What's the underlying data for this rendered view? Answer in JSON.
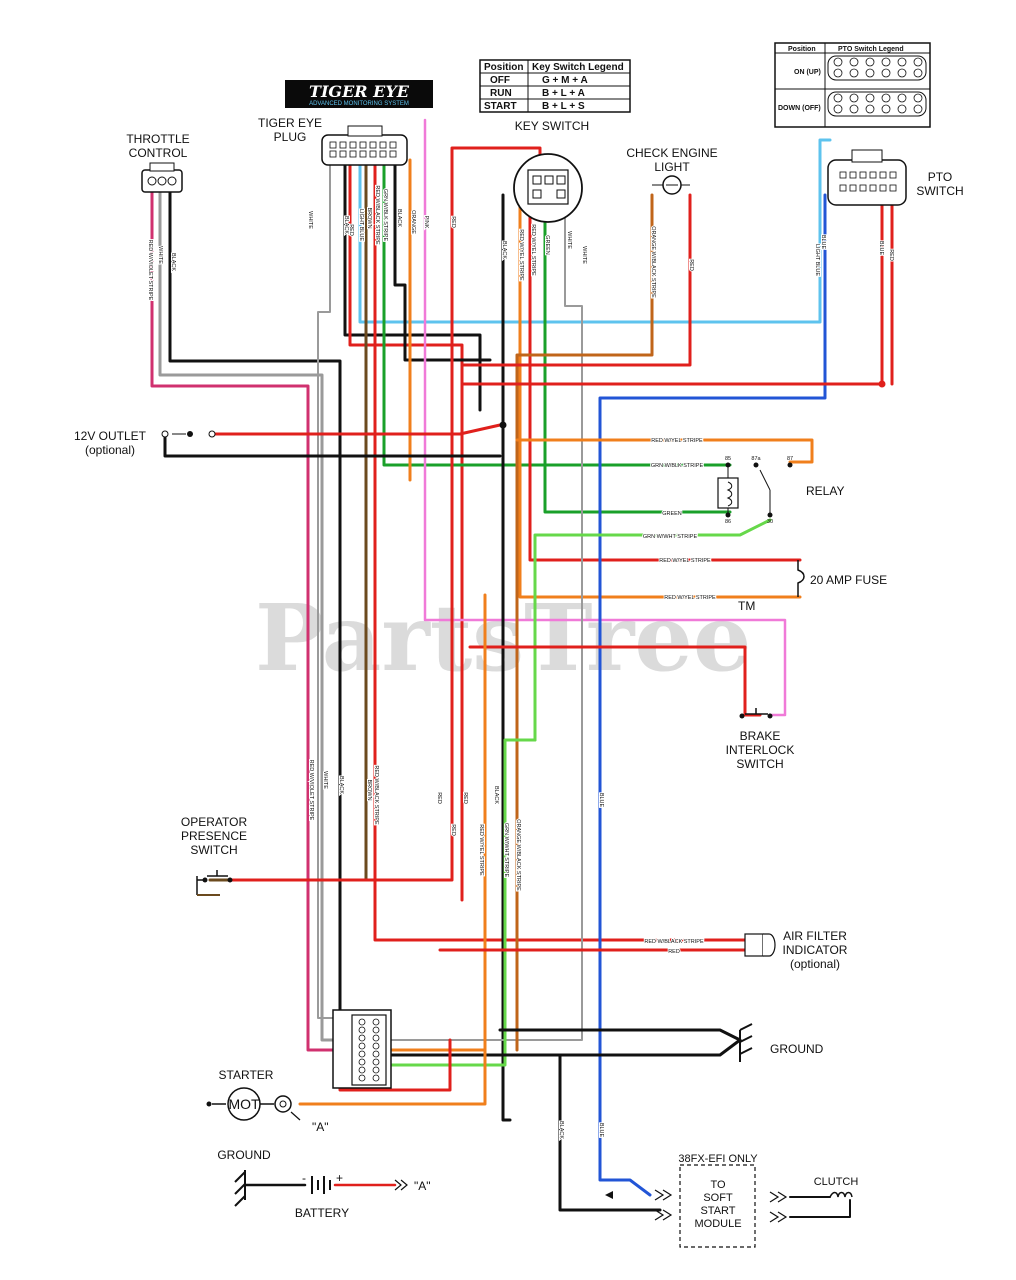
{
  "legend_key": {
    "headers": [
      "Position",
      "Key Switch Legend"
    ],
    "rows": [
      [
        "OFF",
        "G + M + A"
      ],
      [
        "RUN",
        "B + L + A"
      ],
      [
        "START",
        "B + L + S"
      ]
    ],
    "caption": "KEY SWITCH"
  },
  "legend_pto": {
    "headers": [
      "Position",
      "PTO Switch Legend"
    ],
    "rows": [
      "ON (UP)",
      "DOWN (OFF)"
    ]
  },
  "logo": {
    "line1": "TIGER EYE",
    "line2": "ADVANCED MONITORING SYSTEM"
  },
  "components": {
    "tiger_eye_plug": "TIGER EYE\nPLUG",
    "throttle": "THROTTLE\nCONTROL",
    "check_engine": "CHECK ENGINE\nLIGHT",
    "pto_switch": "PTO\nSWITCH",
    "outlet": "12V OUTLET\n(optional)",
    "relay": "RELAY",
    "fuse": "20 AMP FUSE",
    "brake": "BRAKE\nINTERLOCK\nSWITCH",
    "operator": "OPERATOR\nPRESENCE\nSWITCH",
    "air_filter": "AIR FILTER\nINDICATOR\n(optional)",
    "ground_right": "GROUND",
    "starter": "STARTER",
    "mot": "MOT",
    "a_ref1": "\"A\"",
    "ground_left": "GROUND",
    "a_ref2": "\"A\"",
    "battery": "BATTERY",
    "efi_only": "38FX-EFI ONLY",
    "soft_start": "TO\nSOFT\nSTART\nMODULE",
    "clutch": "CLUTCH"
  },
  "relay_pins": [
    "85",
    "87a",
    "87",
    "86",
    "30"
  ],
  "watermark": "PartsTree",
  "trademark": "TM",
  "wire_labels": {
    "white": "WHITE",
    "black": "BLACK",
    "red": "RED",
    "orange": "ORANGE",
    "pink": "PINK",
    "brown": "BROWN",
    "light_blue": "LIGHT BLUE",
    "blue": "BLUE",
    "green": "GREEN",
    "grn_blk": "GRN W/BLK STRIPE",
    "red_blk": "RED W/BLACK STRIPE",
    "red_yel": "RED W/YEL STRIPE",
    "red_vio": "RED W/VIOLET STRIPE",
    "org_blk": "ORANGE W/BLACK STRIPE",
    "grn_wht": "GRN W/WHT STRIPE"
  },
  "colors": {
    "red": "#e0201c",
    "black": "#111111",
    "white": "#9a9a9a",
    "orange": "#f07f1c",
    "pink": "#f07ad8",
    "blue": "#2255d6",
    "light_blue": "#5ec3ee",
    "green": "#1aa02a",
    "light_green": "#66d84a",
    "magenta": "#d0316f",
    "brown": "#6b4a1e",
    "dark_orange": "#c0651a"
  }
}
